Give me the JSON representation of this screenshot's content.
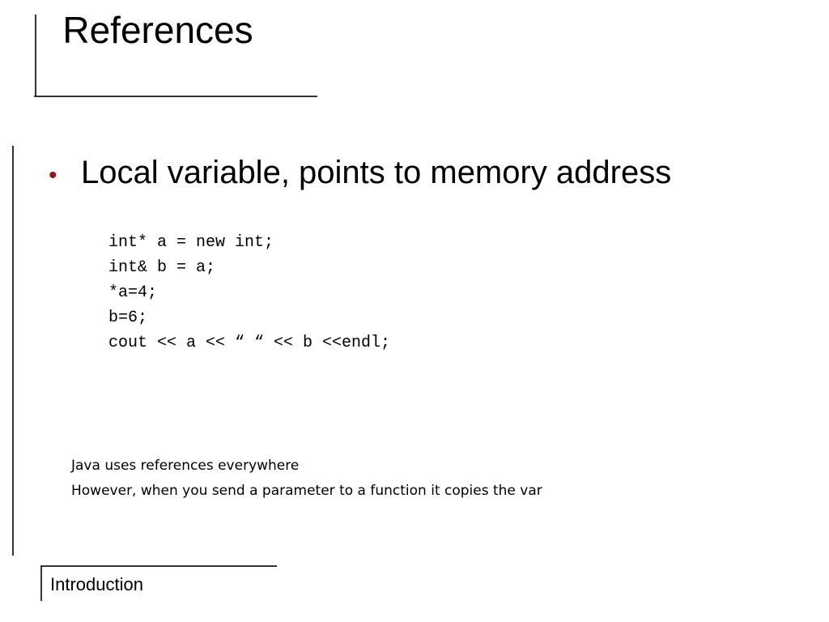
{
  "title": "References",
  "bullet": {
    "text": "Local variable, points to memory address"
  },
  "code": [
    "int* a = new int;",
    "int& b = a;",
    "*a=4;",
    "b=6;",
    "cout << a << “ “ << b <<endl;"
  ],
  "notes": [
    "Java uses references everywhere",
    "However, when you send a parameter to a function it copies the var"
  ],
  "footer": {
    "text": "Introduction"
  },
  "colors": {
    "bullet_mark": "#8b1a1a",
    "frame_lines": "#333333"
  }
}
